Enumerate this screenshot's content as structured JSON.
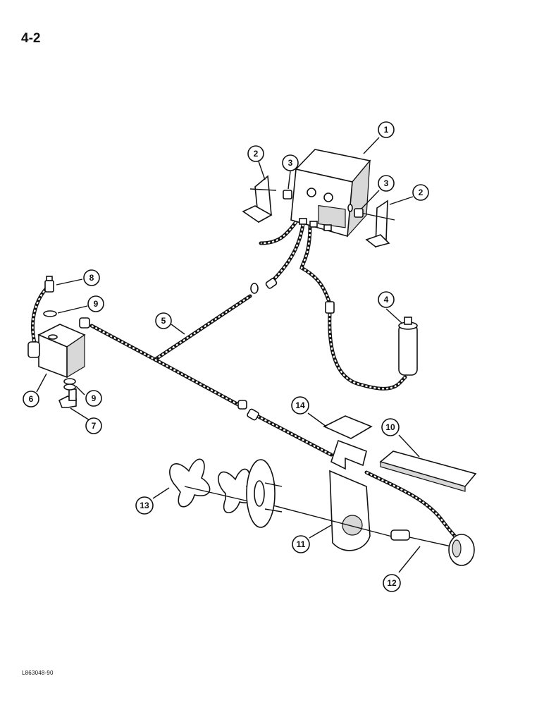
{
  "page_number": "4-2",
  "figure_code": "L863048-90",
  "callouts": [
    {
      "label": "1"
    },
    {
      "label": "2"
    },
    {
      "label": "3"
    },
    {
      "label": "3"
    },
    {
      "label": "2"
    },
    {
      "label": "8"
    },
    {
      "label": "9"
    },
    {
      "label": "5"
    },
    {
      "label": "4"
    },
    {
      "label": "6"
    },
    {
      "label": "9"
    },
    {
      "label": "7"
    },
    {
      "label": "14"
    },
    {
      "label": "10"
    },
    {
      "label": "13"
    },
    {
      "label": "11"
    },
    {
      "label": "12"
    }
  ]
}
